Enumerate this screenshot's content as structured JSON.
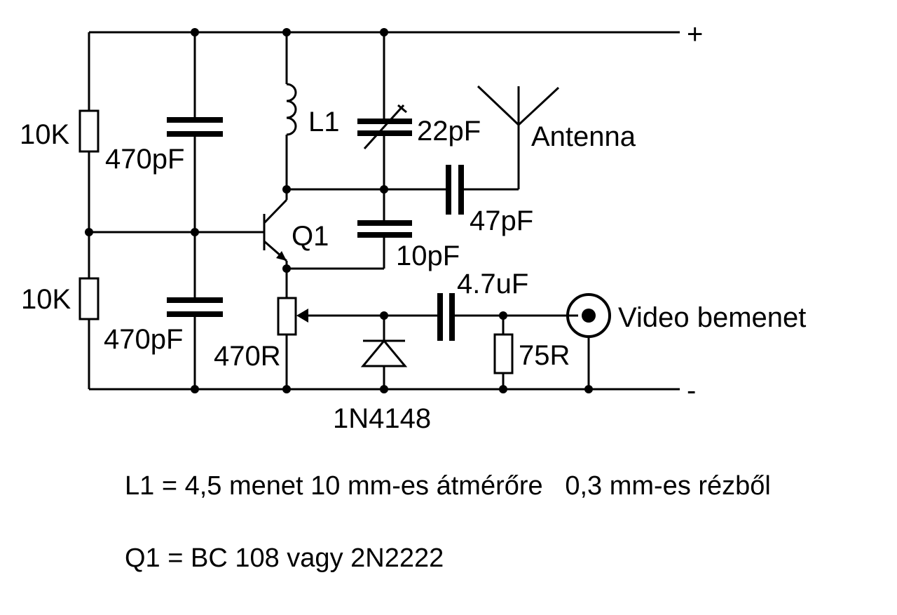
{
  "labels": {
    "plus": "+",
    "minus": "-",
    "r1": "10K",
    "r2": "10K",
    "c1": "470pF",
    "c2": "470pF",
    "l1": "L1",
    "q1": "Q1",
    "c_trim": "22pF",
    "antenna": "Antenna",
    "c_out": "47pF",
    "c_fb": "10pF",
    "c_in": "4.7uF",
    "pot": "470R",
    "r_term": "75R",
    "input": "Video  bemenet",
    "diode": "1N4148"
  },
  "notes": {
    "l1_spec": "L1 = 4,5 menet 10 mm-es átmérőre   0,3 mm-es rézből",
    "q1_spec": "Q1 = BC 108 vagy 2N2222"
  }
}
